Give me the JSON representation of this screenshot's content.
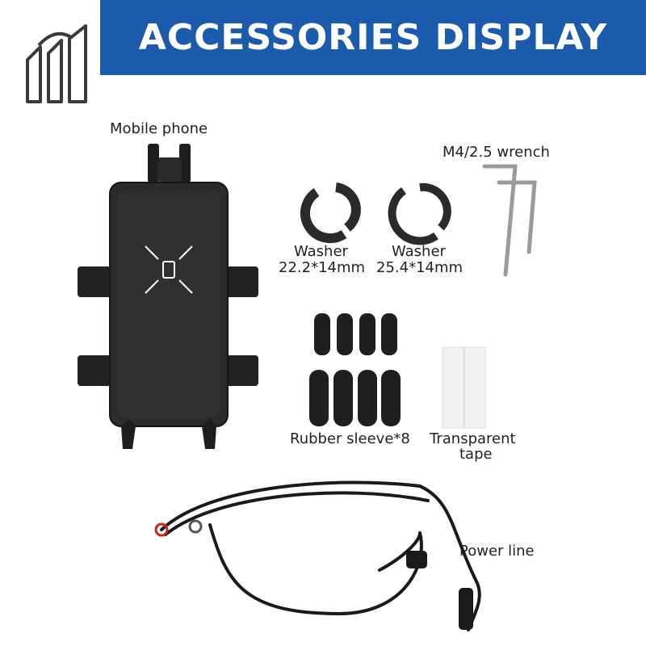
{
  "banner": {
    "title": "ACCESSORIES DISPLAY",
    "color": "#1a5bab"
  },
  "logo": {
    "icon": "brand-logo-icon"
  },
  "labels": {
    "mobile_phone": "Mobile phone",
    "wrench": "M4/2.5 wrench",
    "washer_1_name": "Washer",
    "washer_1_size": "22.2*14mm",
    "washer_2_name": "Washer",
    "washer_2_size": "25.4*14mm",
    "rubber_sleeve": "Rubber sleeve*8",
    "tape_line1": "Transparent",
    "tape_line2": "tape",
    "power_line": "Power line"
  }
}
